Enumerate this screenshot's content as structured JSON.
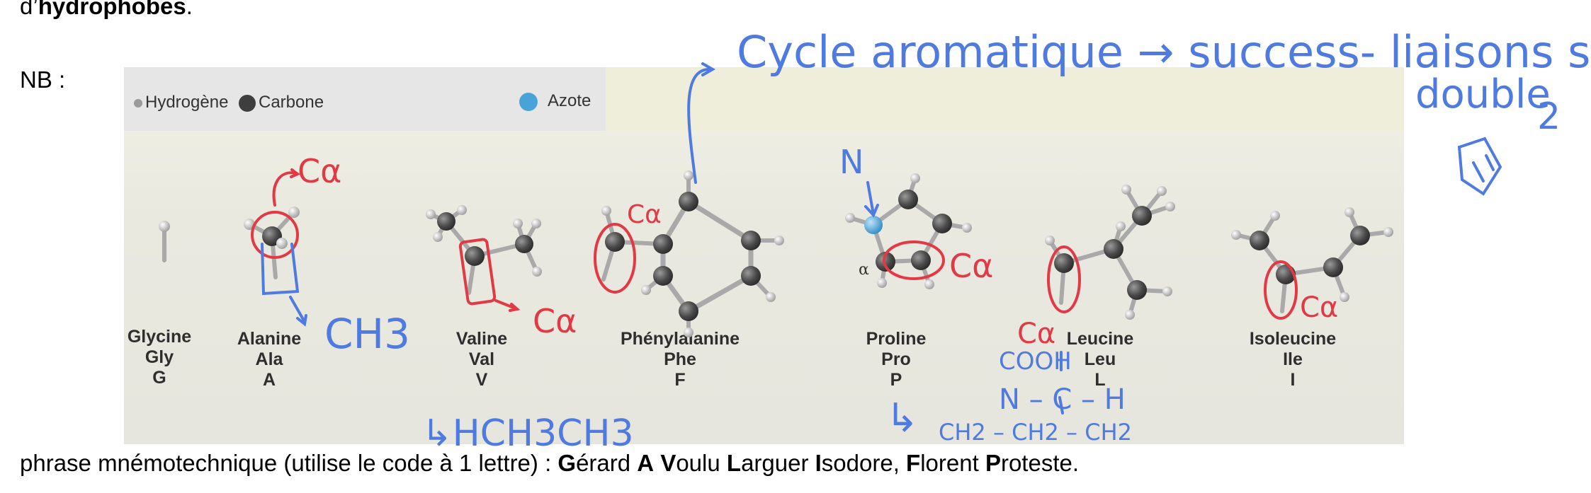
{
  "document": {
    "top_line_prefix": "d’",
    "top_line_bold": "hydrophobes",
    "top_line_suffix": ".",
    "nb_label": "NB :",
    "mnemonic": {
      "prefix": "phrase mnémotechnique (utilise le code à 1 lettre) : ",
      "parts": [
        {
          "bold": "G",
          "rest": "érard "
        },
        {
          "bold": "A",
          "rest": " "
        },
        {
          "bold": "V",
          "rest": "oulu "
        },
        {
          "bold": "L",
          "rest": "arguer "
        },
        {
          "bold": "I",
          "rest": "sodore, "
        },
        {
          "bold": "F",
          "rest": "lorent "
        },
        {
          "bold": "P",
          "rest": "roteste."
        }
      ]
    }
  },
  "figure": {
    "legend": {
      "hydrogen": "Hydrogène",
      "carbon": "Carbone",
      "nitrogen": "Azote"
    },
    "colors": {
      "hydrogen": "#b9b9b9",
      "carbon": "#555555",
      "nitrogen": "#4aa3d8",
      "annotation_blue": "#4f7be0",
      "annotation_red": "#e23a44"
    },
    "amino_acids": [
      {
        "name": "Glycine",
        "abbr": "Gly",
        "code": "G"
      },
      {
        "name": "Alanine",
        "abbr": "Ala",
        "code": "A"
      },
      {
        "name": "Valine",
        "abbr": "Val",
        "code": "V"
      },
      {
        "name": "Phénylalanine",
        "abbr": "Phe",
        "code": "F"
      },
      {
        "name": "Proline",
        "abbr": "Pro",
        "code": "P"
      },
      {
        "name": "Leucine",
        "abbr": "Leu",
        "code": "L"
      },
      {
        "name": "Isoleucine",
        "abbr": "Ile",
        "code": "I"
      }
    ],
    "alpha_symbol": "α"
  },
  "annotations": {
    "cycle_note_line1": "Cycle aromatique → success- liaisons simples &",
    "cycle_note_line2": "double",
    "cycle_note_mark": "2",
    "alpha_carbon": "Cα",
    "ch3": "CH3",
    "valine_chain": "↳HCH3CH3",
    "proline_n": "N",
    "proline_cooh": "COOH",
    "proline_formula_mid": "N – C – H",
    "proline_formula_bottom": "CH2 – CH2 – CH2",
    "proline_arrow": "↳"
  }
}
